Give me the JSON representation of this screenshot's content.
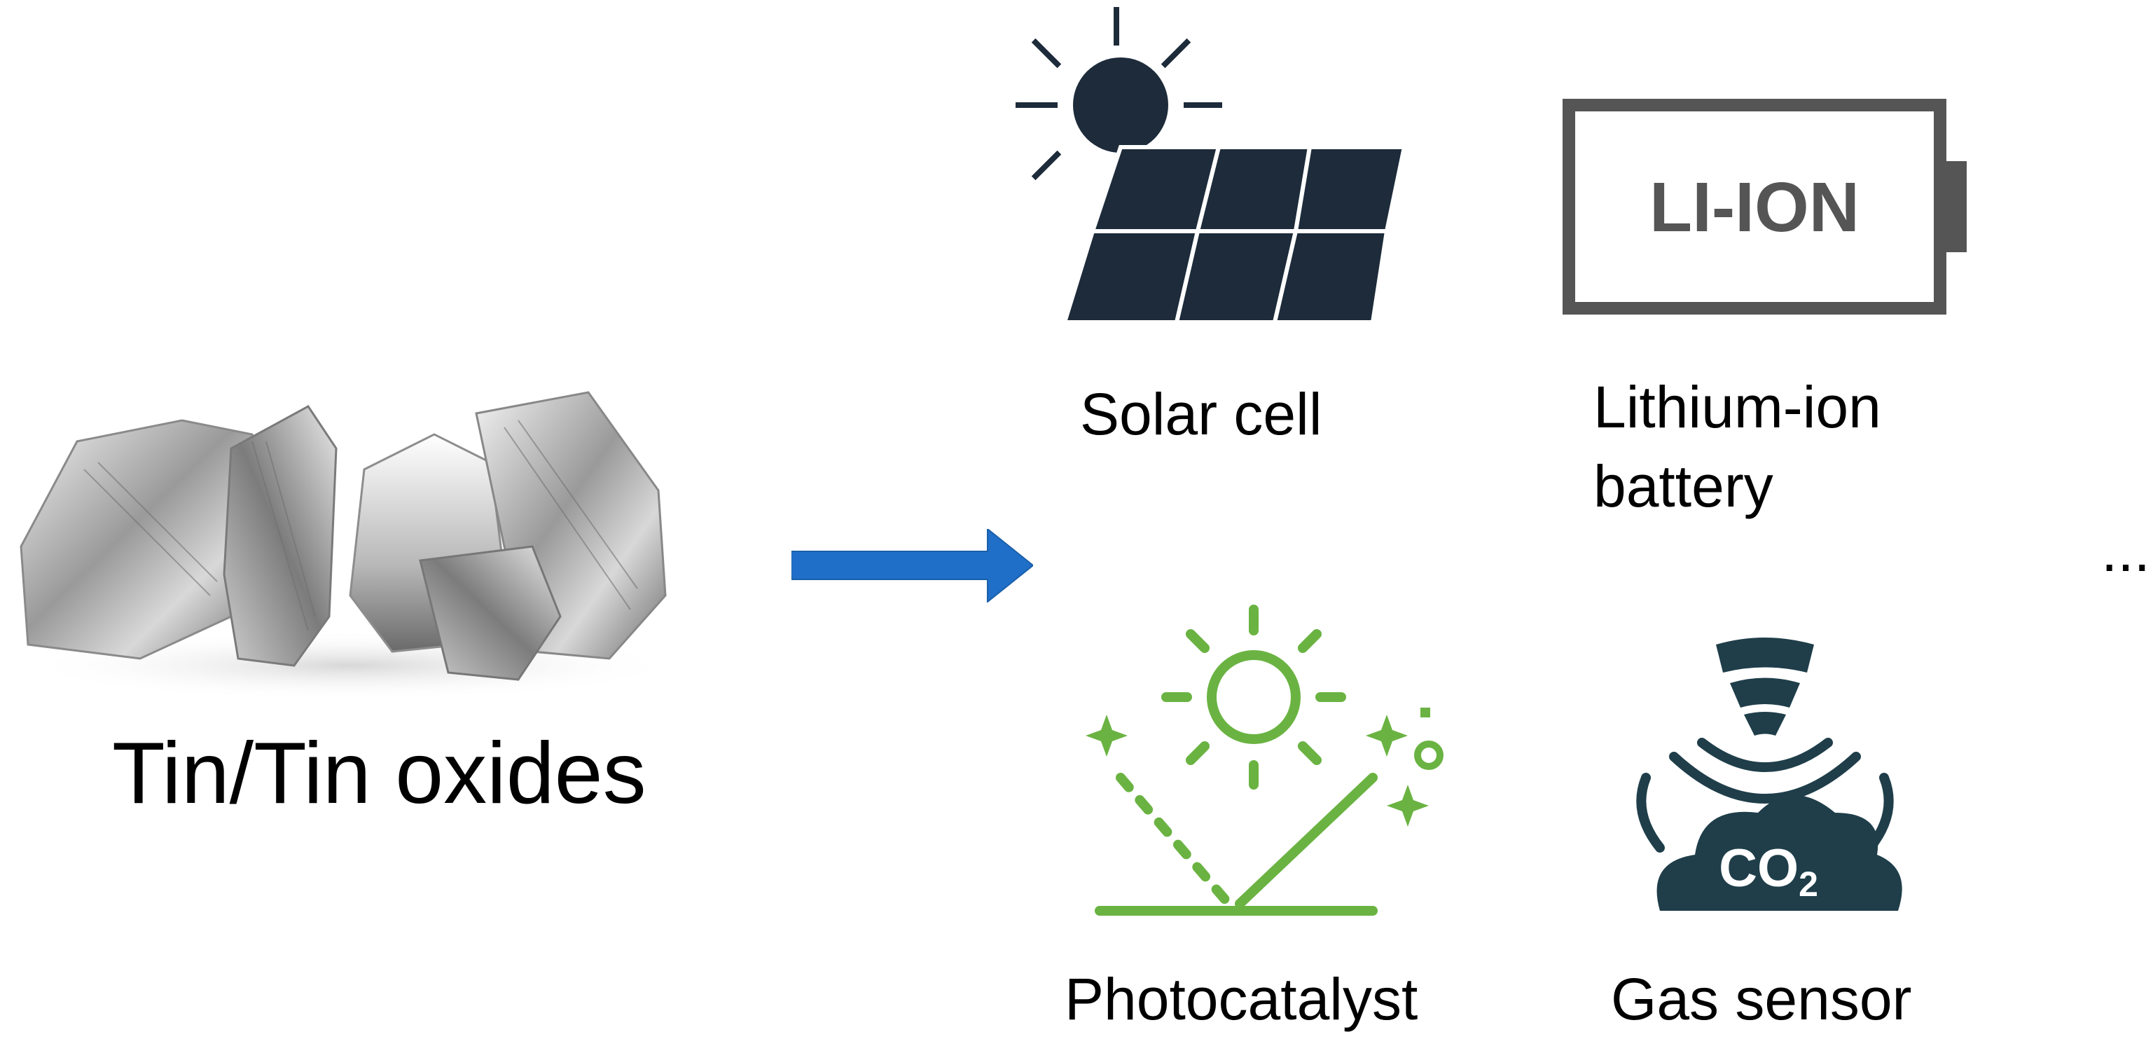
{
  "source": {
    "label": "Tin/Tin oxides",
    "icon": "tin-metal-chunks-image"
  },
  "arrow": {
    "color": "#1f6fc9",
    "icon": "right-arrow-icon"
  },
  "applications": [
    {
      "id": "solar",
      "label": "Solar cell",
      "icon": "solar-panel-icon",
      "color": "#1d2b3a"
    },
    {
      "id": "battery",
      "label_line1": "Lithium-ion",
      "label_line2": "battery",
      "icon": "battery-icon",
      "battery_text": "LI-ION",
      "color": "#555555"
    },
    {
      "id": "photocatalyst",
      "label": "Photocatalyst",
      "icon": "photocatalyst-icon",
      "color": "#6ab342"
    },
    {
      "id": "gas",
      "label": "Gas sensor",
      "icon": "gas-sensor-icon",
      "sensor_text": "CO",
      "sensor_subscript": "2",
      "color": "#1f3e4a"
    }
  ],
  "ellipsis": "..."
}
